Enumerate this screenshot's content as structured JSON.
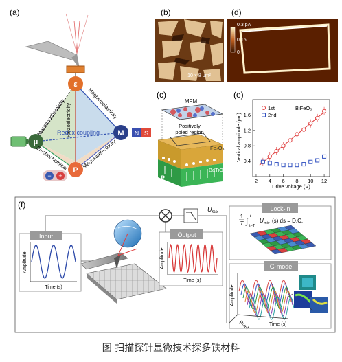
{
  "panels": {
    "a": "(a)",
    "b": "(b)",
    "c": "(c)",
    "d": "(d)",
    "e": "(e)",
    "f": "(f)"
  },
  "panel_a": {
    "nodes": {
      "top": "ε",
      "left": "μ",
      "right": "M",
      "bottom": "P"
    },
    "edges": {
      "mech": "Mechanochemistry",
      "piezo": "Piezoelectricity",
      "magnetoelast": "Magnetoelasticity",
      "redox": "Redox coupling",
      "electrochem": "Electrochemical",
      "magnetoelec": "Magnetoelectricity"
    },
    "magnet": {
      "n": "N",
      "s": "S"
    },
    "charges": {
      "minus": "−",
      "plus": "+"
    }
  },
  "panel_b": {
    "scale": "10 × 8 μm²"
  },
  "panel_d": {
    "cb_max": "0.3 pA",
    "cb_mid": "0.15",
    "cb_min": "0"
  },
  "panel_c": {
    "mfm": "MFM",
    "poled_1": "Positively",
    "poled_2": "poled region",
    "fe": "Fe₃O₄",
    "bt": "BaTiO₃",
    "p": "P"
  },
  "panel_e": {
    "ylabel": "Vertical amplitude (pm)",
    "xlabel": "Drive voltage (V)",
    "legend": {
      "s1": "1st",
      "s2": "2nd"
    },
    "material": "BiFeO₃"
  },
  "panel_f": {
    "input": "Input",
    "output": "Output",
    "lockin": "Lock-in",
    "gmode": "G-mode",
    "vmix": "U",
    "vmix_sub": "mix",
    "amp": "Amplitude",
    "time": "Time (s)",
    "pixel": "Pixel",
    "eq_frac_num": "1",
    "eq_frac_den": "T",
    "eq_int": "∫",
    "eq_int_sub": "t−T",
    "eq_int_sup": "t",
    "eq_body": "U",
    "eq_body_sub": "mix",
    "eq_rest": "(s) ds = D.C."
  },
  "caption": "图 扫描探针显微技术探多铁材料",
  "chart_data": {
    "type": "scatter",
    "xlabel": "Drive voltage (V)",
    "ylabel": "Vertical amplitude (pm)",
    "xlim": [
      1.5,
      12.8
    ],
    "ylim": [
      0,
      2.0
    ],
    "xticks": [
      2,
      4,
      6,
      8,
      10,
      12
    ],
    "yticks": [
      0.4,
      0.8,
      1.2,
      1.6
    ],
    "series": [
      {
        "name": "1st",
        "color": "#e04040",
        "marker": "circle",
        "x": [
          3,
          4,
          5,
          6,
          7,
          8,
          9,
          10,
          11,
          12
        ],
        "y": [
          0.38,
          0.52,
          0.66,
          0.8,
          0.94,
          1.1,
          1.22,
          1.38,
          1.52,
          1.7
        ]
      },
      {
        "name": "2nd",
        "color": "#3050c0",
        "marker": "square",
        "x": [
          3,
          4,
          5,
          6,
          7,
          8,
          9,
          10,
          11,
          12
        ],
        "y": [
          0.38,
          0.35,
          0.32,
          0.3,
          0.3,
          0.3,
          0.32,
          0.38,
          0.42,
          0.52
        ]
      }
    ],
    "fit": {
      "series": "1st",
      "color": "#e04040"
    }
  }
}
